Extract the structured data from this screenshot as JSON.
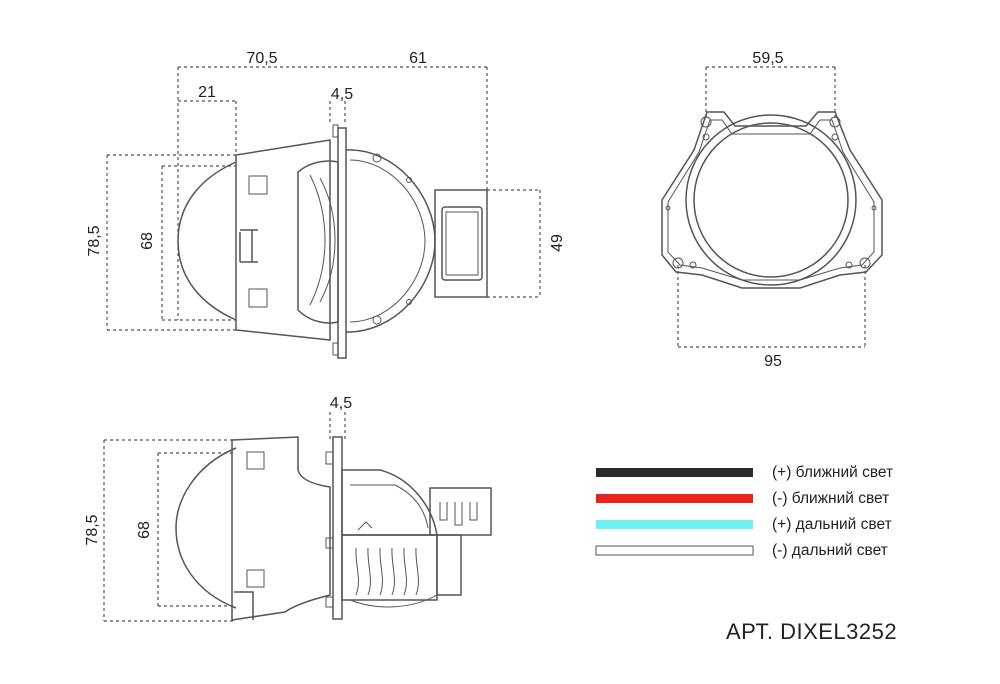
{
  "dimensions": {
    "front_total_length": "70,5",
    "rear_length": "61",
    "lens_depth": "21",
    "flange_thickness_top": "4,5",
    "height_outer": "78,5",
    "height_inner": "68",
    "connector_height": "49",
    "mount_hole_spacing": "59,5",
    "mount_width": "95",
    "side_flange_thickness": "4,5",
    "side_height_outer": "78,5",
    "side_height_inner": "68"
  },
  "legend": [
    {
      "label": "(+) ближний свет",
      "color": "#2a2a2a",
      "outlined": false
    },
    {
      "label": "(-) ближний свет",
      "color": "#e8231d",
      "outlined": false
    },
    {
      "label": "(+) дальний свет",
      "color": "#6ef0f3",
      "outlined": false
    },
    {
      "label": "(-) дальний свет",
      "color": "#ffffff",
      "outlined": true
    }
  ],
  "article": "АРТ. DIXEL3252"
}
